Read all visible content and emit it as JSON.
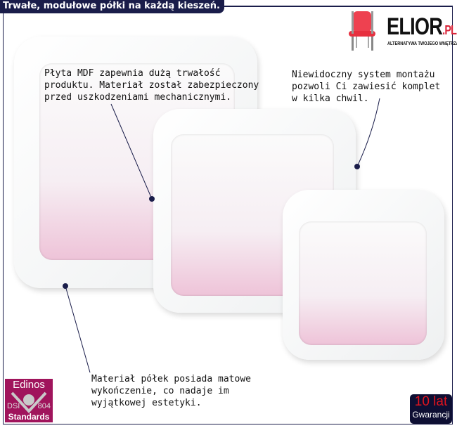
{
  "header": {
    "title": "Trwałe, modułowe półki na każdą kieszeń."
  },
  "logo": {
    "brand": "ELIOR",
    "suffix": ".PL",
    "tagline": "ALTERNATYWA TWOJEGO WNĘTRZA",
    "icon": "chair-icon"
  },
  "callouts": [
    {
      "text": "Płyta MDF zapewnia dużą trwałość\nproduktu. Materiał został zabezpieczony\nprzed uszkodzeniami mechanicznymi."
    },
    {
      "text": "Niewidoczny system montażu\npozwoli Ci zawiesić komplet\nw kilka chwil."
    },
    {
      "text": "Materiał półek posiada matowe\nwykończenie, co nadaje im\nwyjątkowej estetyki."
    }
  ],
  "badges": {
    "edinos_top": "Edinos",
    "edinos_left": "DSI",
    "edinos_right": "804",
    "edinos_bottom": "Standards",
    "warranty_years": "10 lat",
    "warranty_label": "Gwarancji"
  },
  "colors": {
    "navy": "#1a1d4a",
    "pink": "#eec3d8",
    "edinos": "#a0145c",
    "warranty_red": "#e0141e"
  }
}
